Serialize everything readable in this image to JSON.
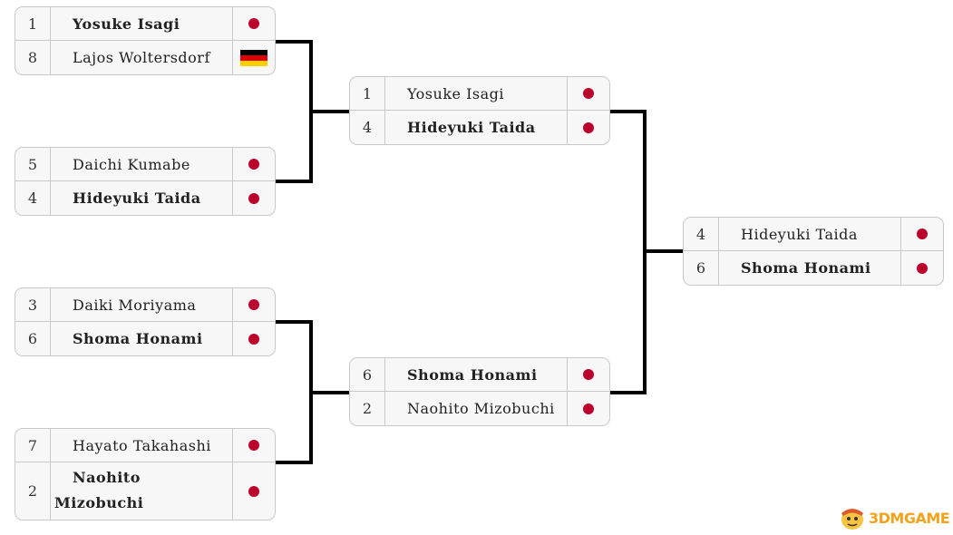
{
  "colors": {
    "japan": "#bc002d",
    "germany": [
      "#000000",
      "#dd0000",
      "#ffce00"
    ],
    "connector": "#000000"
  },
  "matches": [
    {
      "id": "r1m1",
      "rows": [
        {
          "seed": "1",
          "name": "Yosuke Isagi",
          "winner": true,
          "flag": "japan-flag-icon"
        },
        {
          "seed": "8",
          "name": "Lajos Woltersdorf",
          "winner": false,
          "flag": "germany-flag-icon"
        }
      ]
    },
    {
      "id": "r1m2",
      "rows": [
        {
          "seed": "5",
          "name": "Daichi Kumabe",
          "winner": false,
          "flag": "japan-flag-icon"
        },
        {
          "seed": "4",
          "name": "Hideyuki Taida",
          "winner": true,
          "flag": "japan-flag-icon"
        }
      ]
    },
    {
      "id": "r1m3",
      "rows": [
        {
          "seed": "3",
          "name": "Daiki Moriyama",
          "winner": false,
          "flag": "japan-flag-icon"
        },
        {
          "seed": "6",
          "name": "Shoma Honami",
          "winner": true,
          "flag": "japan-flag-icon"
        }
      ]
    },
    {
      "id": "r1m4",
      "rows": [
        {
          "seed": "7",
          "name": "Hayato Takahashi",
          "winner": false,
          "flag": "japan-flag-icon"
        },
        {
          "seed": "2",
          "name": "Naohito Mizobuchi",
          "name_lines": [
            "Naohito",
            "Mizobuchi"
          ],
          "winner": true,
          "flag": "japan-flag-icon"
        }
      ]
    },
    {
      "id": "r2m1",
      "rows": [
        {
          "seed": "1",
          "name": "Yosuke Isagi",
          "winner": false,
          "flag": "japan-flag-icon"
        },
        {
          "seed": "4",
          "name": "Hideyuki Taida",
          "winner": true,
          "flag": "japan-flag-icon"
        }
      ]
    },
    {
      "id": "r2m2",
      "rows": [
        {
          "seed": "6",
          "name": "Shoma Honami",
          "winner": true,
          "flag": "japan-flag-icon"
        },
        {
          "seed": "2",
          "name": "Naohito Mizobuchi",
          "winner": false,
          "flag": "japan-flag-icon"
        }
      ]
    },
    {
      "id": "final",
      "rows": [
        {
          "seed": "4",
          "name": "Hideyuki Taida",
          "winner": false,
          "flag": "japan-flag-icon"
        },
        {
          "seed": "6",
          "name": "Shoma Honami",
          "winner": true,
          "flag": "japan-flag-icon"
        }
      ]
    }
  ],
  "watermark": {
    "text": "3DMGAME",
    "icon": "mascot-logo-icon"
  }
}
